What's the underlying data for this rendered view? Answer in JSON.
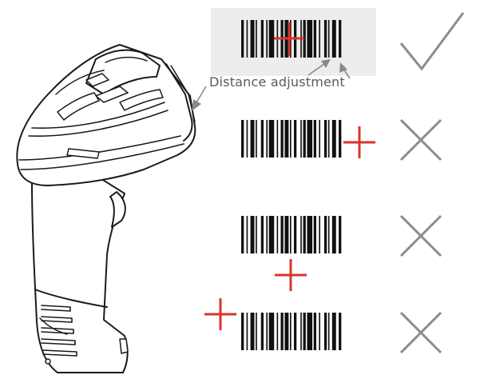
{
  "annotation": {
    "text": "Distance adjustment"
  },
  "barcode_rows": [
    {
      "status": "correct",
      "aim": "centered-on-barcode",
      "highlighted": true
    },
    {
      "status": "incorrect",
      "aim": "right-of-barcode",
      "highlighted": false
    },
    {
      "status": "incorrect",
      "aim": "below-barcode",
      "highlighted": false
    },
    {
      "status": "incorrect",
      "aim": "left-of-barcode",
      "highlighted": false
    }
  ],
  "icons": {
    "correct": "check-mark-icon",
    "incorrect": "cross-icon",
    "aim": "aim-crosshair-icon",
    "device": "barcode-scanner-icon"
  },
  "colors": {
    "aim": "#d9342b",
    "status_mark": "#8c8c8c",
    "highlight_box": "#ededed",
    "line_art": "#1a1a1a",
    "arrow": "#8a8a8a"
  }
}
